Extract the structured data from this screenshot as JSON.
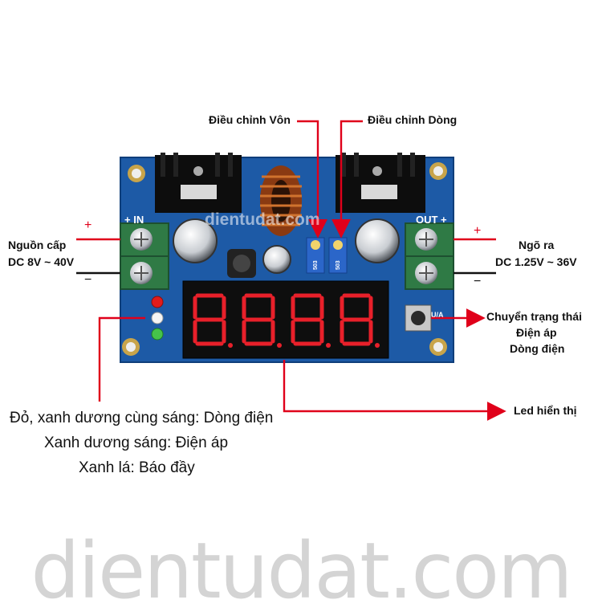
{
  "labels": {
    "adjust_voltage": "Điều chỉnh Vôn",
    "adjust_current": "Điều chỉnh Dòng",
    "input_title": "Nguồn cấp",
    "input_range": "DC 8V ~ 40V",
    "output_title": "Ngõ ra",
    "output_range": "DC 1.25V ~ 36V",
    "mode_switch_line1": "Chuyển trạng  thái",
    "mode_switch_line2": "Điện áp",
    "mode_switch_line3": "Dòng điện",
    "led_display": "Led hiển thị",
    "legend_line1": "Đỏ, xanh dương cùng sáng: Dòng điện",
    "legend_line2": "Xanh dương sáng: Điện áp",
    "legend_line3": "Xanh lá: Báo đầy",
    "plus": "+",
    "minus": "−"
  },
  "board": {
    "silk_in": "+ IN",
    "silk_out": "OUT +",
    "silk_ua": "U/A",
    "watermark": "dientudat.com",
    "pot_voltage_code": "503",
    "pot_current_code": "503"
  },
  "watermark": "dientudat.com",
  "colors": {
    "pcb": "#1d5aa6",
    "arrow": "#e0001a",
    "terminal": "#2f7a45",
    "display": "#e8202a"
  }
}
